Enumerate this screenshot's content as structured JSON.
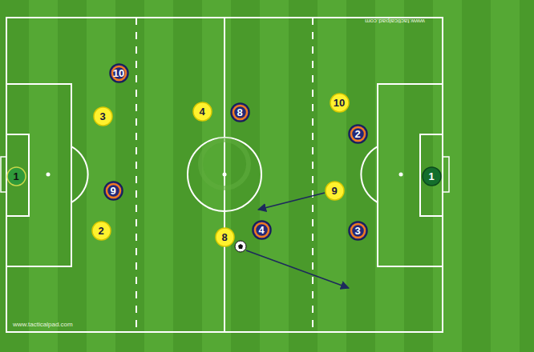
{
  "diagram": {
    "nodes": [
      {
        "text": [
          "10"
        ]
      },
      {
        "text": [
          "10"
        ]
      },
      {
        "text": [
          "4"
        ]
      },
      {
        "text": [
          "8"
        ]
      },
      {
        "text": [
          "3"
        ]
      },
      {
        "text": [
          "2"
        ]
      },
      {
        "text": [
          "1"
        ]
      },
      {
        "text": [
          "1"
        ]
      },
      {
        "text": [
          "9"
        ]
      },
      {
        "text": [
          "9"
        ]
      },
      {
        "text": [
          "2"
        ]
      },
      {
        "text": [
          "4"
        ]
      },
      {
        "text": [
          "3"
        ]
      },
      {
        "text": [
          "8"
        ]
      }
    ],
    "labels": [
      "www.tacticalpad.com",
      "www.tacticalpad.com"
    ]
  }
}
